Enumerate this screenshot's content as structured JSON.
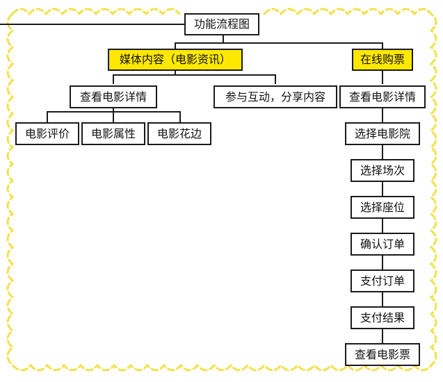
{
  "diagram": {
    "root": "功能流程图",
    "branches": {
      "media": "媒体内容（电影资讯）",
      "ticket": "在线购票"
    },
    "media_children": {
      "detail": "查看电影详情",
      "interact": "参与互动，分享内容",
      "review": "电影评价",
      "attribute": "电影属性",
      "extras": "电影花边"
    },
    "ticket_steps": [
      "查看电影详情",
      "选择电影院",
      "选择场次",
      "选择座位",
      "确认订单",
      "支付订单",
      "支付结果",
      "查看电影票"
    ]
  },
  "colors": {
    "highlight": "#ffe800",
    "border_dash": "#f2e14a",
    "line": "#1a1a1a"
  }
}
